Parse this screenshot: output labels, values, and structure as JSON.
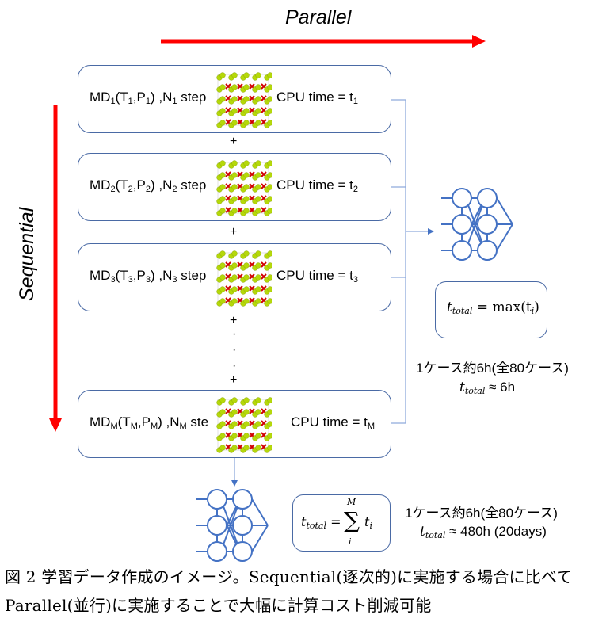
{
  "header": {
    "parallel_label": "Parallel",
    "sequential_label": "Sequential"
  },
  "colors": {
    "arrow_red": "#ff0000",
    "box_border": "#4a6aa5",
    "connector_blue": "#8faadc",
    "nn_blue": "#4472c4"
  },
  "md_runs": [
    {
      "prefix": "MD",
      "sub": "1",
      "t": "T",
      "t_sub": "1",
      "p": "P",
      "p_sub": "1",
      "n": "N",
      "n_sub": "1",
      "step": "step",
      "cpu": "CPU time = t",
      "cpu_sub": "1"
    },
    {
      "prefix": "MD",
      "sub": "2",
      "t": "T",
      "t_sub": "2",
      "p": "P",
      "p_sub": "2",
      "n": "N",
      "n_sub": "2",
      "step": "step",
      "cpu": "CPU time = t",
      "cpu_sub": "2"
    },
    {
      "prefix": "MD",
      "sub": "3",
      "t": "T",
      "t_sub": "3",
      "p": "P",
      "p_sub": "3",
      "n": "N",
      "n_sub": "3",
      "step": "step",
      "cpu": "CPU time = t",
      "cpu_sub": "3"
    },
    {
      "prefix": "MD",
      "sub": "M",
      "t": "T",
      "t_sub": "M",
      "p": "P",
      "p_sub": "M",
      "n": "N",
      "n_sub": "M",
      "step": "ste",
      "cpu": "CPU time = t",
      "cpu_sub": "M"
    }
  ],
  "separators": {
    "plus": "+",
    "dot": "·"
  },
  "parallel_result": {
    "formula_lhs": "t",
    "formula_lhs_sub": "total",
    "formula_rhs": "= max(t",
    "formula_rhs_sub": "i",
    "formula_close": ")",
    "note_line1": "1ケース約6h(全80ケース)",
    "note_line2_var": "t",
    "note_line2_sub": "total",
    "note_line2_rest": " ≈ 6h"
  },
  "sequential_result": {
    "formula_lhs": "t",
    "formula_lhs_sub": "total",
    "formula_eq": "=",
    "sum_symbol": "∑",
    "sum_upper": "M",
    "sum_lower": "i",
    "sum_term": "t",
    "sum_term_sub": "i",
    "note_line1": "1ケース約6h(全80ケース)",
    "note_line2_var": "t",
    "note_line2_sub": "total",
    "note_line2_rest": " ≈ 480h (20days)"
  },
  "caption": {
    "line1": "図 2 学習データ作成のイメージ。Sequential(逐次的)に実施する場合に比べて",
    "line2": "Parallel(並行)に実施することで大幅に計算コスト削減可能"
  }
}
